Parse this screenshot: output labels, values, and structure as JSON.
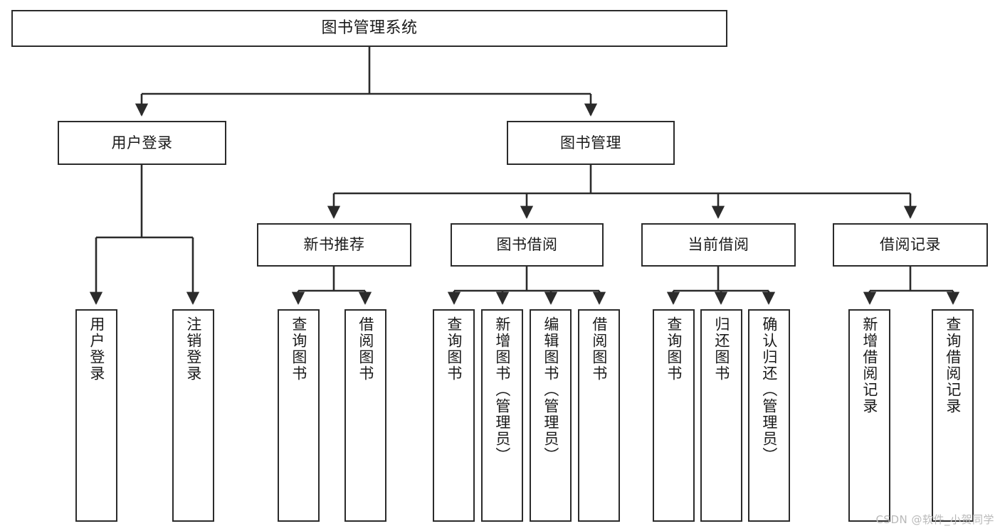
{
  "diagram": {
    "title": "图书管理系统",
    "type": "tree-hierarchy",
    "watermark": "CSDN @软件_小贺同学",
    "colors": {
      "stroke": "#2b2b2b",
      "fill": "#ffffff",
      "text": "#1a1a1a",
      "watermark": "#b9b9b9"
    },
    "levels": {
      "root": "图书管理系统",
      "modules": [
        "用户登录",
        "图书管理"
      ],
      "submodules": [
        "新书推荐",
        "图书借阅",
        "当前借阅",
        "借阅记录"
      ]
    }
  },
  "nodes": {
    "root": {
      "label": "图书管理系统"
    },
    "login": {
      "label": "用户登录"
    },
    "book_mgmt": {
      "label": "图书管理"
    },
    "new_book_rec": {
      "label": "新书推荐"
    },
    "book_borrow": {
      "label": "图书借阅"
    },
    "current_borrow": {
      "label": "当前借阅"
    },
    "borrow_record": {
      "label": "借阅记录"
    },
    "leaf_user_login": {
      "label": "用户登录"
    },
    "leaf_logout": {
      "label": "注销登录"
    },
    "leaf_query_book_1": {
      "label": "查询图书"
    },
    "leaf_borrow_book_1": {
      "label": "借阅图书"
    },
    "leaf_query_book_2": {
      "label": "查询图书"
    },
    "leaf_add_book": {
      "label": "新增图书（管理员）"
    },
    "leaf_edit_book": {
      "label": "编辑图书（管理员）"
    },
    "leaf_borrow_book_2": {
      "label": "借阅图书"
    },
    "leaf_query_book_3": {
      "label": "查询图书"
    },
    "leaf_return_book": {
      "label": "归还图书"
    },
    "leaf_confirm_return": {
      "label": "确认归还（管理员）"
    },
    "leaf_add_record": {
      "label": "新增借阅记录"
    },
    "leaf_query_record": {
      "label": "查询借阅记录"
    }
  }
}
